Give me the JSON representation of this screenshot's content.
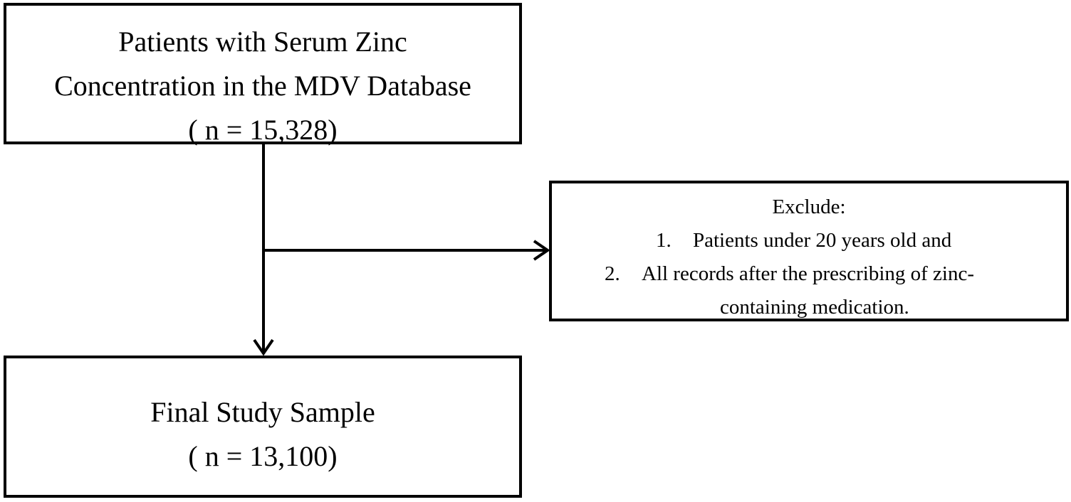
{
  "top_box": {
    "line1": "Patients with Serum Zinc",
    "line2": "Concentration in the MDV Database",
    "line3": "( n = 15,328)"
  },
  "exclude_box": {
    "heading": "Exclude:",
    "items": [
      {
        "number": "1.",
        "text": "Patients under 20 years old and"
      },
      {
        "number": "2.",
        "text": "All records after the prescribing of zinc-",
        "continuation": "containing medication."
      }
    ]
  },
  "final_box": {
    "line1": "Final Study Sample",
    "line2": "( n = 13,100)"
  }
}
